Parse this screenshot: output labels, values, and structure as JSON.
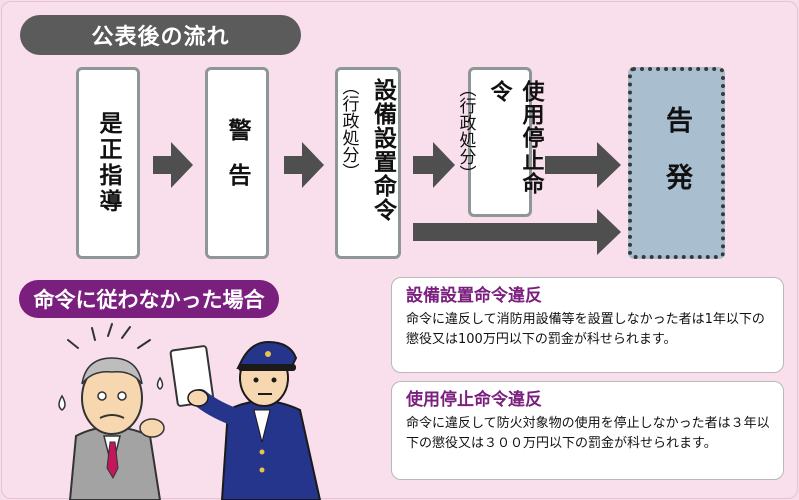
{
  "flow": {
    "heading": "公表後の流れ",
    "steps": [
      {
        "label": "是正指導"
      },
      {
        "label": "警告"
      },
      {
        "label": "設備設置命令",
        "note": "（行政処分）"
      },
      {
        "label": "使用停止命令",
        "note": "（行政処分）"
      }
    ],
    "result": "告発"
  },
  "noncompliance": {
    "heading": "命令に従わなかった場合",
    "cards": [
      {
        "title": "設備設置命令違反",
        "body": "命令に違反して消防用設備等を設置しなかった者は1年以下の懲役又は100万円以下の罰金が科せられます。"
      },
      {
        "title": "使用停止命令違反",
        "body": "命令に違反して防火対象物の使用を停止しなかった者は３年以下の懲役又は３００万円以下の罰金が科せられます。"
      }
    ]
  },
  "colors": {
    "background": "#f8dfeb",
    "heading_gray": "#5b5b5b",
    "accent_purple": "#7a1f7d",
    "arrow": "#4f4f4f",
    "result_box": "#a9bfd0"
  },
  "illustration": {
    "icon": "officer-serving-order-illustration"
  }
}
